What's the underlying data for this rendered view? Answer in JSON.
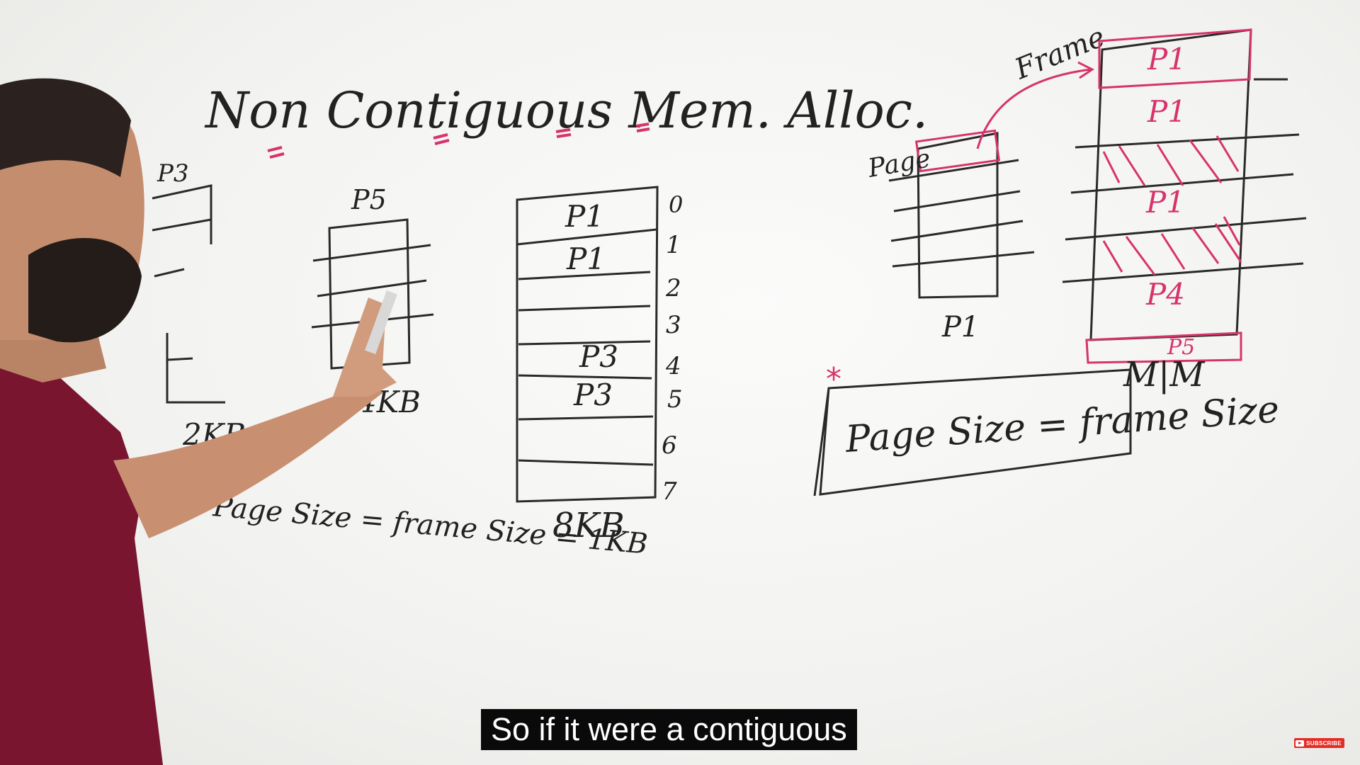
{
  "board": {
    "title": "Non Contiguous  Mem. Alloc.",
    "left_process_label": "P3",
    "left_process_size": "2KB",
    "middle_process_label": "P5",
    "middle_process_size": "4KB",
    "page_equation": "Page Size = frame Size = 1KB",
    "memory_label": "8KB",
    "memory_frames": [
      "P1",
      "P1",
      "",
      "",
      "P3",
      "P3",
      "",
      ""
    ],
    "memory_indices": [
      "0",
      "1",
      "2",
      "3",
      "4",
      "5",
      "6",
      "7"
    ],
    "right_page_label": "Page",
    "right_frame_label": "Frame",
    "right_process_label": "P1",
    "right_memory_frames": [
      "P1",
      "P1",
      "",
      "P1",
      "",
      "P4",
      "P5"
    ],
    "right_memory_label": "M|M",
    "highlight_equation": "Page Size = frame Size",
    "accent_color": "#d6336c"
  },
  "subtitle": {
    "text": "So if it were a contiguous"
  },
  "badge": {
    "label": "SUBSCRIBE",
    "color": "#e52d27"
  }
}
